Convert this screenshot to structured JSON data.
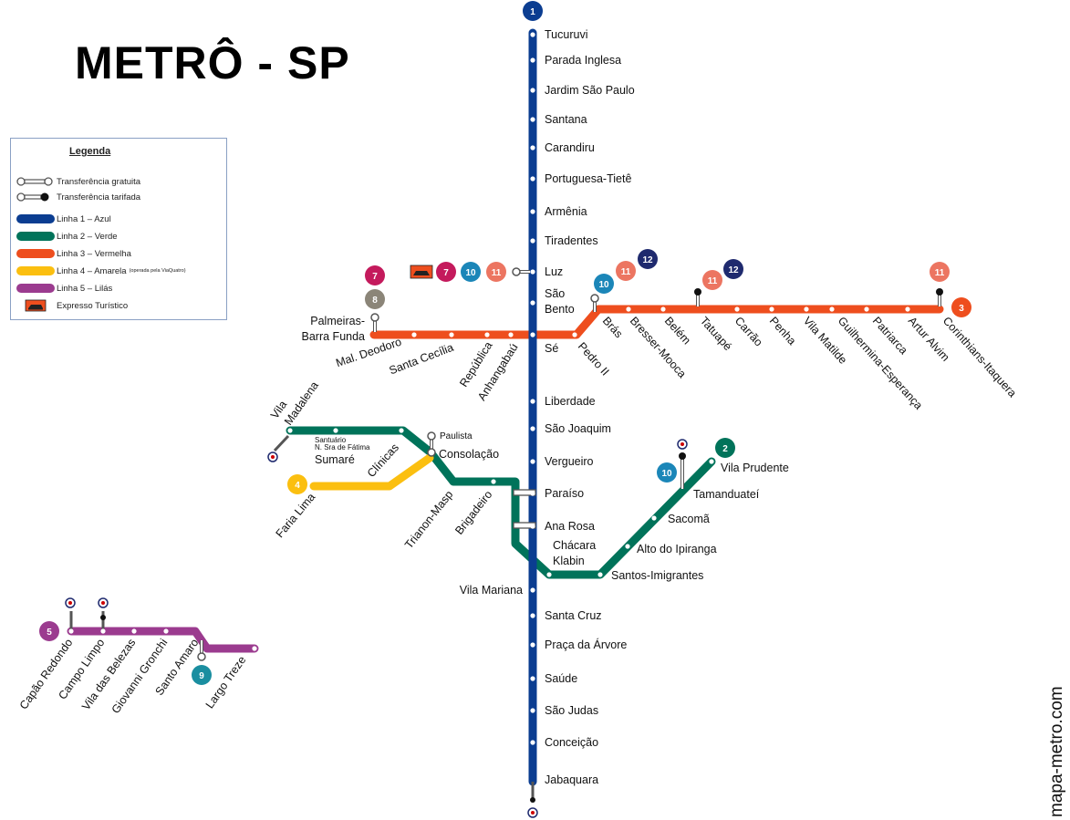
{
  "title": "METRÔ - SP",
  "credit": "mapa-metro.com",
  "colors": {
    "line1": "#0b3d91",
    "line2": "#00735a",
    "line3": "#ee4e1e",
    "line4": "#fbbf10",
    "line5": "#9b3b8f",
    "line7": "#c41a5c",
    "line8": "#8b8578",
    "line9": "#1a8ea0",
    "line10": "#1b86b8",
    "line11": "#ec7561",
    "line12": "#1f2a6e",
    "expresso": "#ee4e1e"
  },
  "legend": {
    "title": "Legenda",
    "free_transfer": "Transferência gratuita",
    "paid_transfer": "Transferência tarifada",
    "line1": "Linha 1 – Azul",
    "line2": "Linha 2 – Verde",
    "line3": "Linha 3 – Vermelha",
    "line4": "Linha 4 – Amarela",
    "line4_note": "(operada pela ViaQuatro)",
    "line5": "Linha 5 – Lilás",
    "expresso": "Expresso Turístico"
  },
  "badges": {
    "l1": "1",
    "l2": "2",
    "l3": "3",
    "l4": "4",
    "l5": "5",
    "l7": "7",
    "l8": "8",
    "l9": "9",
    "l10": "10",
    "l11": "11",
    "l12": "12"
  },
  "stations": {
    "line1": [
      "Tucuruvi",
      "Parada Inglesa",
      "Jardim São Paulo",
      "Santana",
      "Carandiru",
      "Portuguesa-Tietê",
      "Armênia",
      "Tiradentes",
      "Luz",
      "São",
      "Bento",
      "Sé",
      "Liberdade",
      "São Joaquim",
      "Vergueiro",
      "Paraíso",
      "Ana Rosa",
      "Vila Mariana",
      "Santa Cruz",
      "Praça da Árvore",
      "Saúde",
      "São Judas",
      "Conceição",
      "Jabaquara"
    ],
    "line3": [
      "Palmeiras-",
      "Barra Funda",
      "Mal. Deodoro",
      "Santa Cecília",
      "República",
      "Anhangabaú",
      "Pedro II",
      "Brás",
      "Bresser-Mooca",
      "Belém",
      "Tatuapé",
      "Carrão",
      "Penha",
      "Vila Matilde",
      "Guilhermina-Esperança",
      "Patriarca",
      "Artur Alvim",
      "Corinthians-Itaquera"
    ],
    "line2": [
      "Vila",
      "Madalena",
      "Santuário",
      "N. Sra de Fátima",
      "Sumaré",
      "Clínicas",
      "Paulista",
      "Consolação",
      "Trianon-Masp",
      "Brigadeiro",
      "Chácara",
      "Klabin",
      "Santos-Imigrantes",
      "Alto do Ipiranga",
      "Sacomã",
      "Tamanduateí",
      "Vila Prudente"
    ],
    "line4": [
      "Faria Lima"
    ],
    "line5": [
      "Capão Redondo",
      "Campo Limpo",
      "Vila das Belezas",
      "Giovanni Gronchi",
      "Santo Amaro",
      "Largo Treze"
    ]
  }
}
